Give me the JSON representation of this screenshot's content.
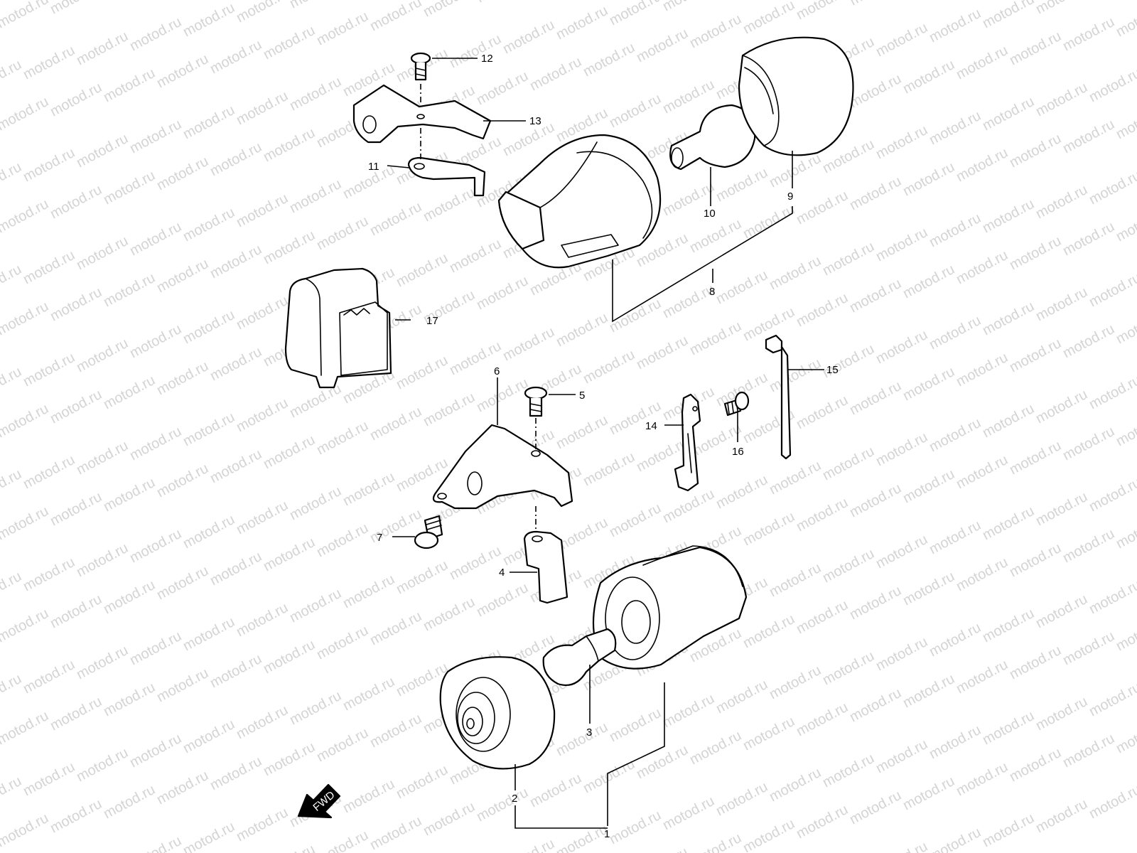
{
  "watermark": "motod.ru",
  "fwd_label": "FWD",
  "callouts": [
    "1",
    "2",
    "3",
    "4",
    "5",
    "6",
    "7",
    "8",
    "9",
    "10",
    "11",
    "12",
    "13",
    "14",
    "15",
    "16",
    "17"
  ]
}
